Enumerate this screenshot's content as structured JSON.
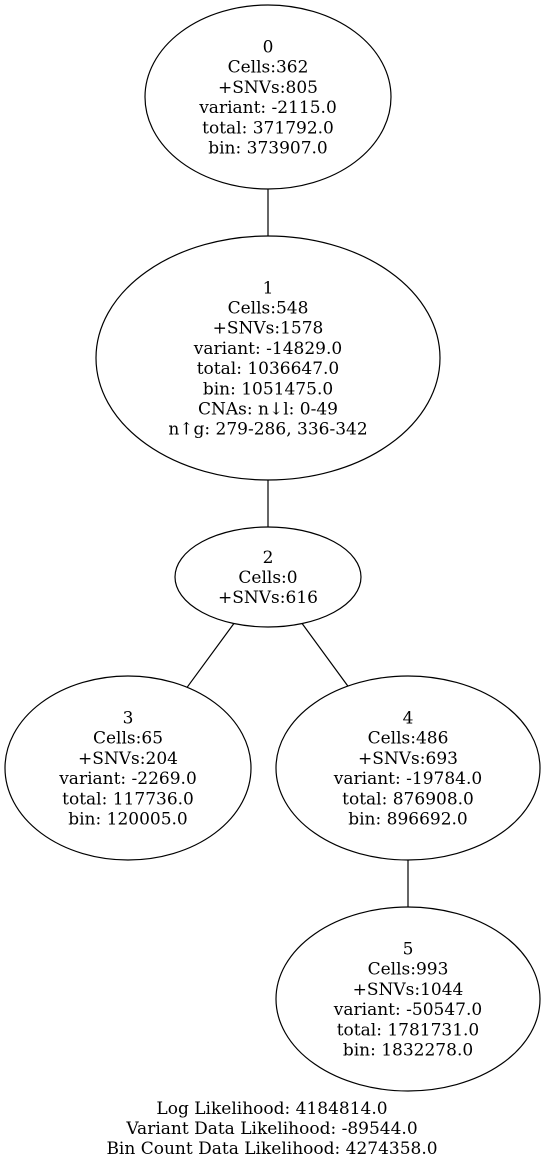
{
  "nodes": [
    {
      "id": "0",
      "lines": [
        "0",
        "Cells:362",
        "+SNVs:805",
        "variant: -2115.0",
        "total: 371792.0",
        "bin: 373907.0"
      ]
    },
    {
      "id": "1",
      "lines": [
        "1",
        "Cells:548",
        "+SNVs:1578",
        "variant: -14829.0",
        "total: 1036647.0",
        "bin: 1051475.0",
        "CNAs: n↓l: 0-49",
        "n↑g: 279-286, 336-342"
      ]
    },
    {
      "id": "2",
      "lines": [
        "2",
        "Cells:0",
        "+SNVs:616"
      ]
    },
    {
      "id": "3",
      "lines": [
        "3",
        "Cells:65",
        "+SNVs:204",
        "variant: -2269.0",
        "total: 117736.0",
        "bin: 120005.0"
      ]
    },
    {
      "id": "4",
      "lines": [
        "4",
        "Cells:486",
        "+SNVs:693",
        "variant: -19784.0",
        "total: 876908.0",
        "bin: 896692.0"
      ]
    },
    {
      "id": "5",
      "lines": [
        "5",
        "Cells:993",
        "+SNVs:1044",
        "variant: -50547.0",
        "total: 1781731.0",
        "bin: 1832278.0"
      ]
    }
  ],
  "edges": [
    {
      "from": "0",
      "to": "1"
    },
    {
      "from": "1",
      "to": "2"
    },
    {
      "from": "2",
      "to": "3"
    },
    {
      "from": "2",
      "to": "4"
    },
    {
      "from": "4",
      "to": "5"
    }
  ],
  "footer": {
    "log_likelihood": "Log Likelihood: 4184814.0",
    "variant_likelihood": "Variant Data Likelihood: -89544.0",
    "bin_likelihood": "Bin Count Data Likelihood: 4274358.0"
  }
}
